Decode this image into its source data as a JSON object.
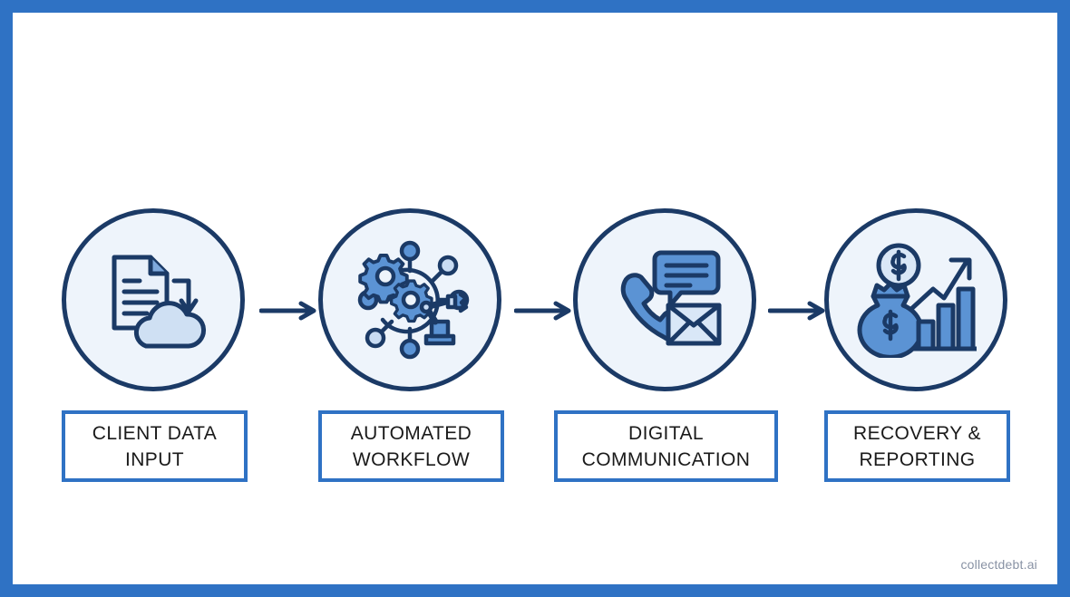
{
  "diagram": {
    "title": "Debt collection process flow",
    "type": "horizontal-process-flow",
    "frame_color": "#2f72c4",
    "circle_stroke_color": "#1b3a66",
    "circle_fill_color": "#eef4fb",
    "icon_fill_color": "#5b93d4",
    "arrow_color": "#1b3a66",
    "label_border_color": "#2f72c4",
    "label_text_color": "#1a1a1a"
  },
  "steps": [
    {
      "index": 1,
      "label": "CLIENT DATA\nINPUT",
      "icon": "document-to-cloud-icon",
      "icon_parts": [
        "document",
        "down-arrow",
        "cloud"
      ]
    },
    {
      "index": 2,
      "label": "AUTOMATED\nWORKFLOW",
      "icon": "automation-network-icon",
      "icon_parts": [
        "gear",
        "gear",
        "network-nodes",
        "robotic-arm"
      ]
    },
    {
      "index": 3,
      "label": "DIGITAL\nCOMMUNICATION",
      "icon": "communication-icon",
      "icon_parts": [
        "phone-handset",
        "chat-bubble",
        "envelope"
      ]
    },
    {
      "index": 4,
      "label": "RECOVERY &\nREPORTING",
      "icon": "revenue-growth-icon",
      "icon_parts": [
        "dollar-coin",
        "money-bag",
        "bar-chart",
        "trend-arrow"
      ]
    }
  ],
  "connectors": [
    {
      "from": 1,
      "to": 2,
      "icon": "arrow-right-icon"
    },
    {
      "from": 2,
      "to": 3,
      "icon": "arrow-right-icon"
    },
    {
      "from": 3,
      "to": 4,
      "icon": "arrow-right-icon"
    }
  ],
  "watermark": {
    "text": "collectdebt.ai"
  }
}
